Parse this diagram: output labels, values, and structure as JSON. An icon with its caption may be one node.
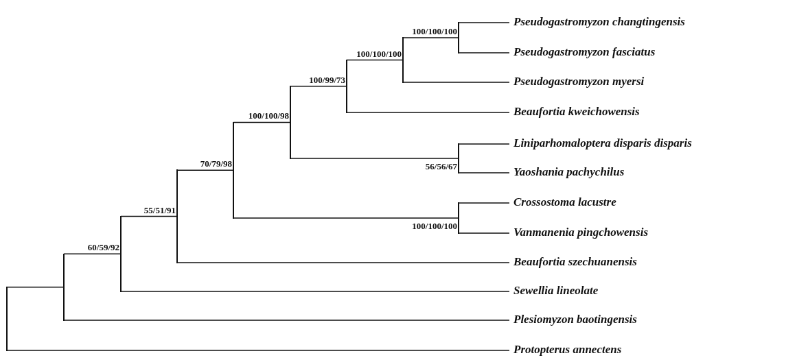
{
  "diagram": {
    "nodes": [
      {
        "text": [
          "Pseudogastromyzon changtingensis"
        ]
      },
      {
        "text": [
          "Pseudogastromyzon fasciatus"
        ]
      },
      {
        "text": [
          "Pseudogastromyzon myersi"
        ]
      },
      {
        "text": [
          "Beaufortia kweichowensis"
        ]
      },
      {
        "text": [
          "Liniparhomaloptera disparis disparis"
        ]
      },
      {
        "text": [
          "Yaoshania pachychilus"
        ]
      },
      {
        "text": [
          "Crossostoma lacustre"
        ]
      },
      {
        "text": [
          "Vanmanenia pingchowensis"
        ]
      },
      {
        "text": [
          "Beaufortia szechuanensis"
        ]
      },
      {
        "text": [
          "Sewellia lineolate"
        ]
      },
      {
        "text": [
          "Plesiomyzon baotingensis"
        ]
      },
      {
        "text": [
          "Protopterus annectens"
        ]
      },
      {
        "text": [],
        "shape": "line"
      },
      {
        "text": [],
        "shape": "line"
      },
      {
        "text": [],
        "shape": "line",
        "beside": [
          "60/59/92"
        ]
      },
      {
        "text": [],
        "shape": "line",
        "beside": [
          "55/51/91"
        ]
      },
      {
        "text": [],
        "shape": "line",
        "beside": [
          "70/79/98"
        ]
      },
      {
        "text": [],
        "shape": "line",
        "beside": [
          "100/100/98"
        ]
      },
      {
        "text": [],
        "shape": "line",
        "beside": [
          "100/99/73"
        ]
      },
      {
        "text": [],
        "shape": "line",
        "beside": [
          "100/100/100"
        ]
      },
      {
        "text": [],
        "shape": "line",
        "beside": [
          "100/100/100"
        ]
      },
      {
        "text": [],
        "shape": "line",
        "beside": [
          "56/56/67"
        ]
      },
      {
        "text": [],
        "shape": "line",
        "beside": [
          "100/100/100"
        ]
      }
    ],
    "edges": [
      {
        "from": 12,
        "to": 13,
        "arrow": "none"
      },
      {
        "from": 12,
        "to": 11,
        "arrow": "none"
      },
      {
        "from": 13,
        "to": 14,
        "arrow": "none"
      },
      {
        "from": 13,
        "to": 10,
        "arrow": "none"
      },
      {
        "from": 14,
        "to": 15,
        "arrow": "none"
      },
      {
        "from": 14,
        "to": 9,
        "arrow": "none"
      },
      {
        "from": 15,
        "to": 16,
        "arrow": "none"
      },
      {
        "from": 15,
        "to": 8,
        "arrow": "none"
      },
      {
        "from": 16,
        "to": 17,
        "arrow": "none"
      },
      {
        "from": 16,
        "to": 22,
        "arrow": "none"
      },
      {
        "from": 17,
        "to": 18,
        "arrow": "none"
      },
      {
        "from": 17,
        "to": 21,
        "arrow": "none"
      },
      {
        "from": 18,
        "to": 19,
        "arrow": "none"
      },
      {
        "from": 18,
        "to": 3,
        "arrow": "none"
      },
      {
        "from": 19,
        "to": 20,
        "arrow": "none"
      },
      {
        "from": 19,
        "to": 2,
        "arrow": "none"
      },
      {
        "from": 20,
        "to": 0,
        "arrow": "none"
      },
      {
        "from": 20,
        "to": 1,
        "arrow": "none"
      },
      {
        "from": 21,
        "to": 4,
        "arrow": "none"
      },
      {
        "from": 21,
        "to": 5,
        "arrow": "none"
      },
      {
        "from": 22,
        "to": 6,
        "arrow": "none"
      },
      {
        "from": 22,
        "to": 7,
        "arrow": "none"
      }
    ]
  }
}
